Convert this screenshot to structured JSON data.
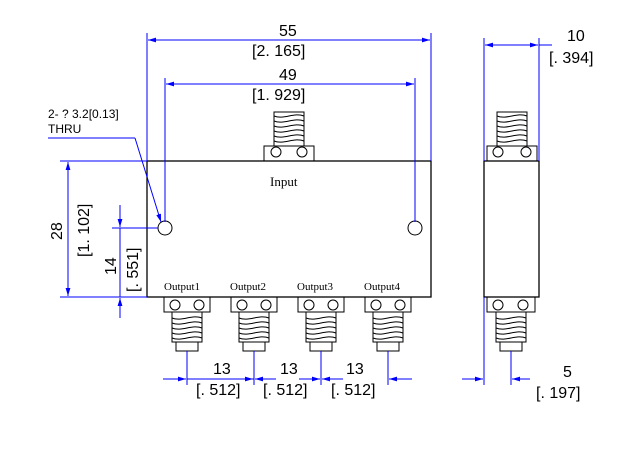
{
  "labels": {
    "input": "Input",
    "outputs": [
      "Output1",
      "Output2",
      "Output3",
      "Output4"
    ],
    "hole_callout_line1": "2- ? 3.2[0.13]",
    "hole_callout_line2": "THRU"
  },
  "dimensions": {
    "overall_width": {
      "mm": "55",
      "inch": "[2. 165]"
    },
    "hole_spacing": {
      "mm": "49",
      "inch": "[1. 929]"
    },
    "height": {
      "mm": "28",
      "inch": "[1. 102]"
    },
    "hole_height": {
      "mm": "14",
      "inch": "[. 551]"
    },
    "output_pitch": [
      {
        "mm": "13",
        "inch": "[. 512]"
      },
      {
        "mm": "13",
        "inch": "[. 512]"
      },
      {
        "mm": "13",
        "inch": "[. 512]"
      }
    ],
    "side_depth": {
      "mm": "10",
      "inch": "[. 394]"
    },
    "side_connector_offset": {
      "mm": "5",
      "inch": "[. 197]"
    }
  },
  "colors": {
    "dimension_lines": "#0000ff",
    "outline": "#000000"
  }
}
